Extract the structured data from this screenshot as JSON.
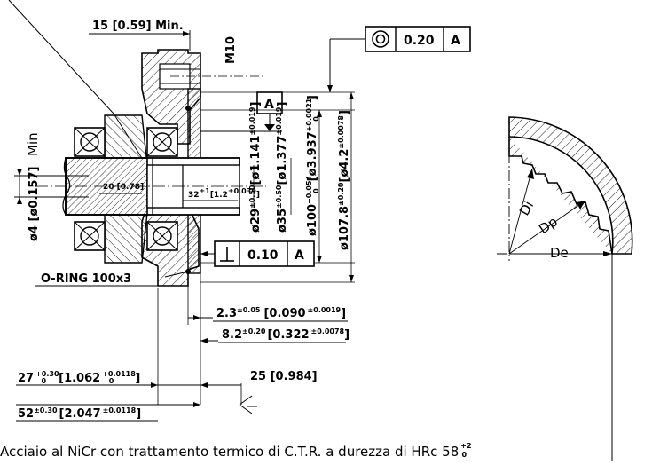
{
  "dims": {
    "min_top": "15 [0.59] Min.",
    "m10": "M10",
    "min_left": "Min",
    "d4": "ø4 [ø0.157]",
    "len20": "20 [0.78]",
    "len32": "32",
    "len32_tol": "±1",
    "len32_in": "[1.2",
    "len32_in_tol": "±0.039",
    "len32_in_close": "]",
    "d29": "ø29",
    "d29_tol": "±0.50",
    "d29_in": "[ø1.141",
    "d29_in_tol": "±0.019",
    "d29_in_close": "]",
    "d35": "ø35",
    "d35_tol": "±0.50",
    "d35_in": "[ø1.377",
    "d35_in_tol": "±0.019",
    "d35_in_close": "]",
    "d100": "ø100",
    "d100_tol_up": "+0.054",
    "d100_tol_lo": "0",
    "d100_in": "[ø3.937",
    "d100_in_tol_up": "+0.0021",
    "d100_in_tol_lo": "0",
    "d100_in_close": "]",
    "d107": "ø107.8",
    "d107_tol": "±0.20",
    "d107_in": "[ø4.2",
    "d107_in_tol": "±0.0078",
    "d107_in_close": "]",
    "oring": "O-RING 100x3",
    "d23": "2.3",
    "d23_tol": "±0.05",
    "d23_in": "[0.090",
    "d23_in_tol": "±0.0019",
    "d23_in_close": "]",
    "d82": "8.2",
    "d82_tol": "±0.20",
    "d82_in": "[0.322",
    "d82_in_tol": "±0.0078",
    "d82_in_close": "]",
    "d27": "27",
    "d27_tol_up": "+0.30",
    "d27_tol_lo": "0",
    "d27_in": "[1.062",
    "d27_in_tol_up": "+0.0118",
    "d27_in_tol_lo": "0",
    "d27_in_close": "]",
    "d52": "52",
    "d52_tol": "±0.30",
    "d52_in": "[2.047",
    "d52_in_tol": "±0.0118",
    "d52_in_close": "]",
    "d25": "25 [0.984]"
  },
  "tolerance_frames": {
    "concentricity": {
      "symbol": "concentricity-icon",
      "value": "0.20",
      "datum": "A"
    },
    "perpendicularity": {
      "symbol": "perpendicularity-icon",
      "value": "0.10",
      "datum": "A"
    }
  },
  "datum_label": "A",
  "gear": {
    "di": "Di",
    "dp": "Dp",
    "de": "De"
  },
  "note": {
    "text": "Acciaio al NiCr con trattamento termico di C.T.R. a durezza di HRc 58",
    "tol_up": "+2",
    "tol_lo": "0"
  }
}
